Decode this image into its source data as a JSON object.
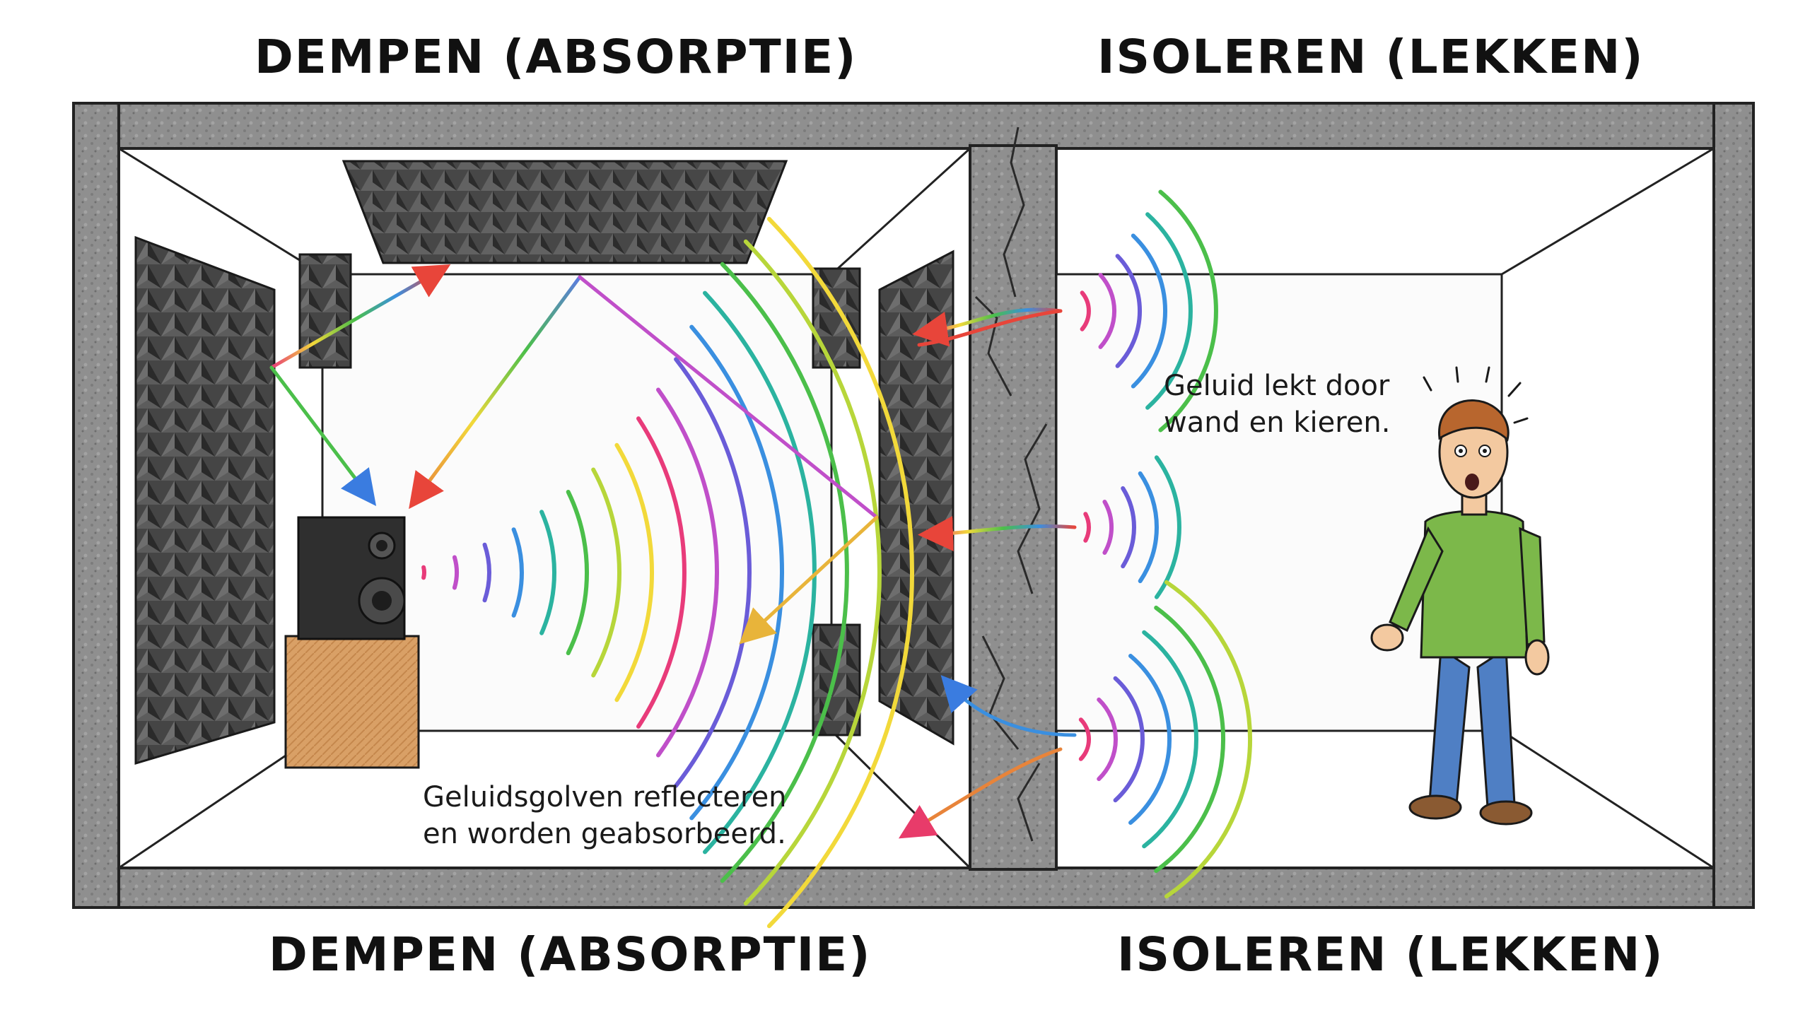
{
  "headings": {
    "top_left": "DEMPEN (ABSORPTIE)",
    "top_right": "ISOLEREN (LEKKEN)",
    "bottom_left": "DEMPEN (ABSORPTIE)",
    "bottom_right": "ISOLEREN (LEKKEN)"
  },
  "captions": {
    "left_line1": "Geluidsgolven reflecteren",
    "left_line2": "en worden geabsorbeerd.",
    "right_line1": "Geluid lekt door",
    "right_line2": "wand en kieren."
  },
  "colors": {
    "wall": "#8c8c8c",
    "foam": "#3a3a3a",
    "speaker_box": "#2b2b2b",
    "speaker_stand": "#d9a066",
    "shirt": "#7cb84a",
    "jeans": "#4f7fc4",
    "shoes": "#8a5a32",
    "hair": "#b8662e",
    "skin": "#f3c9a0"
  },
  "wave_colors": [
    "#e83b7a",
    "#c04fc9",
    "#6a5cd8",
    "#3a8fe0",
    "#2bb3a0",
    "#4bbf4a",
    "#b7d63a",
    "#f2d93a"
  ]
}
